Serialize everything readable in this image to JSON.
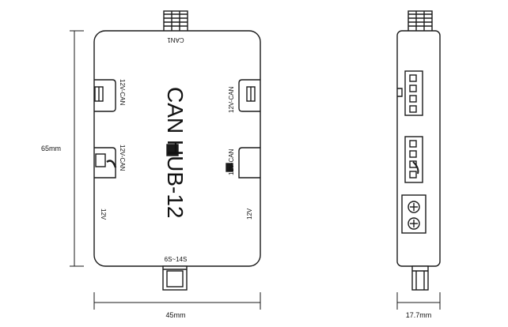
{
  "title": "CAN HUB-12",
  "dimensions": {
    "height": "65mm",
    "width": "45mm",
    "thickness": "17.7mm"
  },
  "labels": {
    "top_port": "CAN1",
    "left_upper_port": "12V-CAN",
    "right_upper_port": "12V-CAN",
    "left_middle_port": "12V-CAN",
    "right_middle_port": "12V-CAN",
    "left_lower_port": "12V",
    "right_lower_port": "12V",
    "bottom_port": "6S~14S"
  }
}
